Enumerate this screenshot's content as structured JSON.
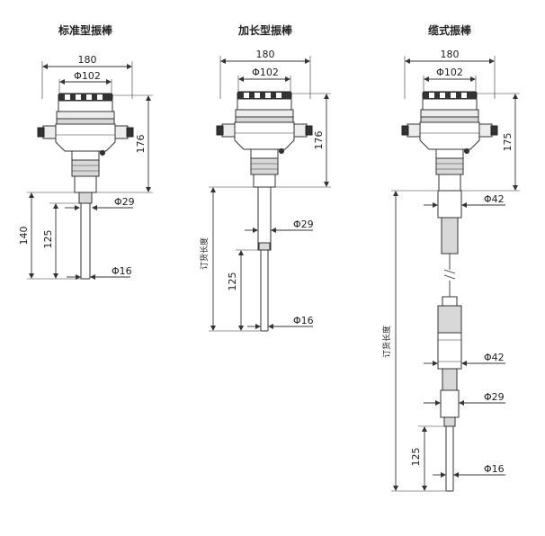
{
  "figure": {
    "standard": {
      "title": "标准型振棒",
      "width_dim": "180",
      "head_dim": "Φ102",
      "height_dim": "176",
      "overall_dim": "140",
      "rod_dim": "125",
      "diam_upper": "Φ29",
      "diam_rod": "Φ16"
    },
    "extended": {
      "title": "加长型振棒",
      "width_dim": "180",
      "head_dim": "Φ102",
      "height_dim": "176",
      "order_length_label": "订货长度",
      "rod_dim": "125",
      "diam_upper": "Φ29",
      "diam_rod": "Φ16"
    },
    "cable": {
      "title": "缆式振棒",
      "width_dim": "180",
      "head_dim": "Φ102",
      "height_dim": "175",
      "order_length_label": "订货长度",
      "diam_top": "Φ42",
      "diam_weight": "Φ42",
      "diam_upper": "Φ29",
      "rod_dim": "125",
      "diam_rod": "Φ16"
    }
  }
}
